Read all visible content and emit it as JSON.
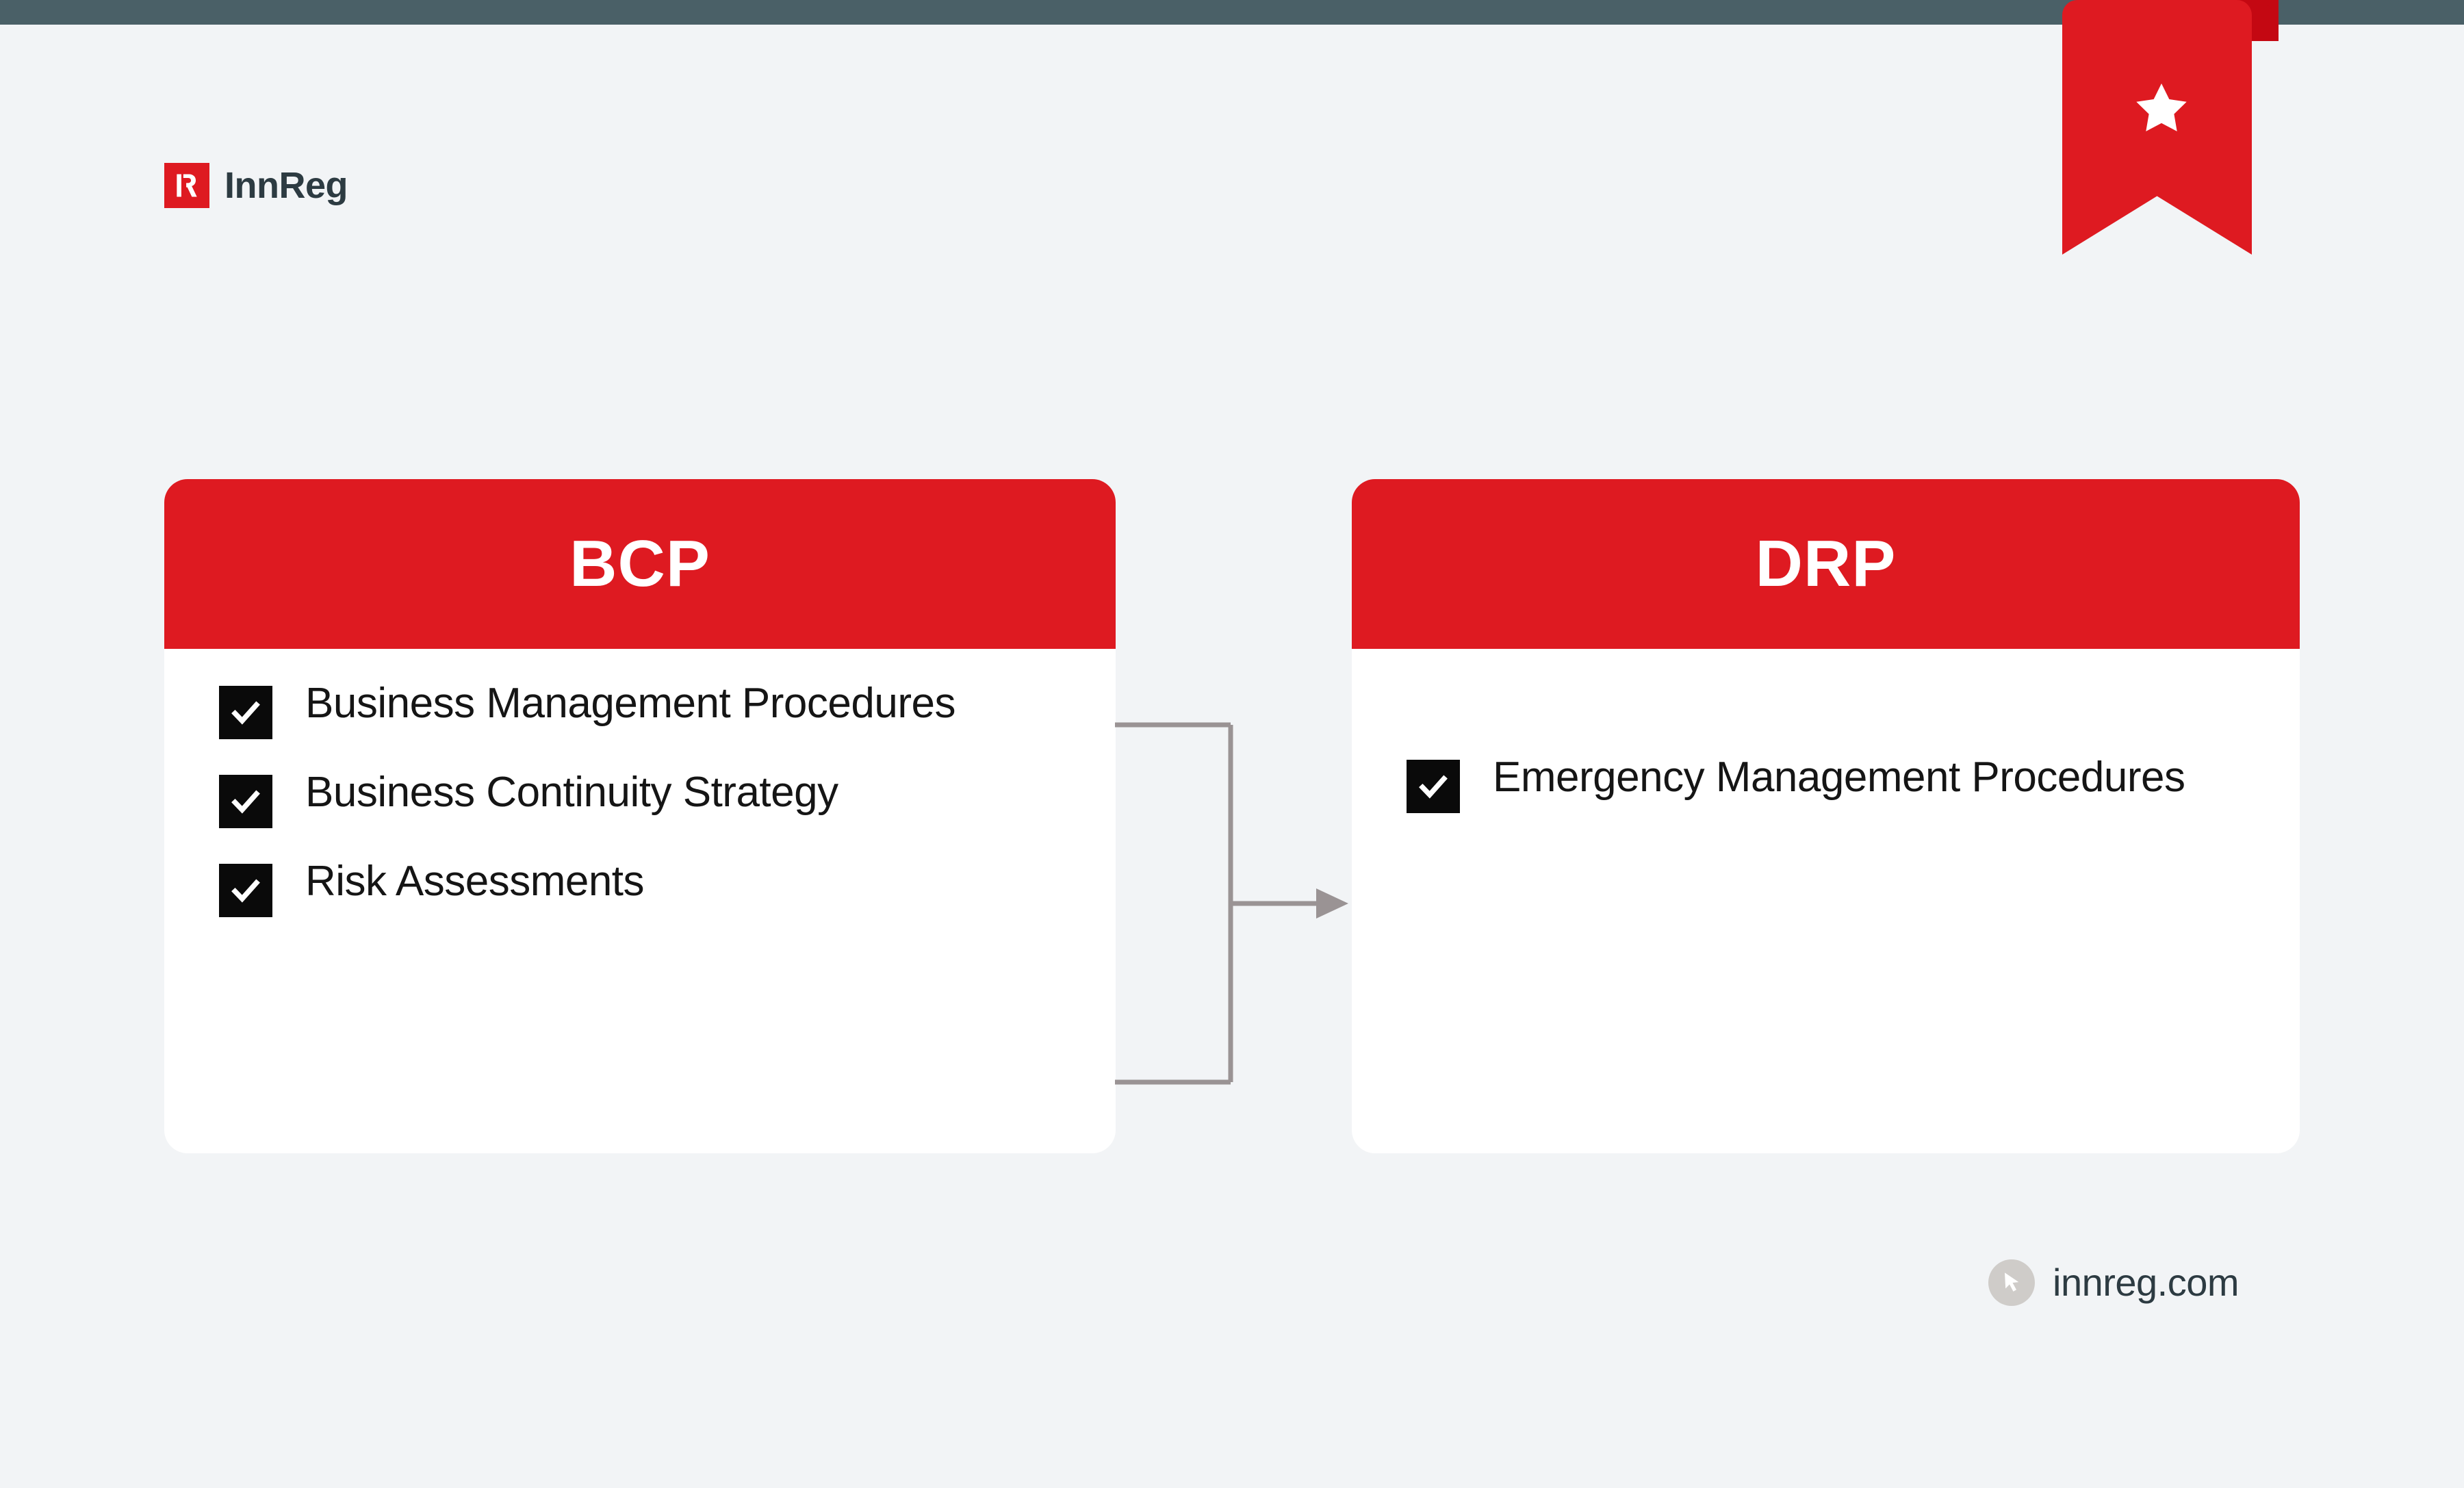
{
  "page": {
    "background_color": "#f2f4f6",
    "topbar_color": "#4a6067",
    "accent_color": "#de1a21",
    "checkbox_color": "#0a0a0a",
    "connector_color": "#9a9394"
  },
  "ribbon": {
    "icon": "bookmark-ribbon-icon",
    "star_icon": "star-icon",
    "color": "#de1a21",
    "fold_color": "#c40812"
  },
  "brand": {
    "mark_icon": "innreg-r-mark-icon",
    "name": "InnReg",
    "mark_color": "#de1a21",
    "text_color": "#2d3b42"
  },
  "cards": [
    {
      "id": "bcp",
      "title": "BCP",
      "items": [
        {
          "label": "Business Management Procedures",
          "icon": "checkmark-icon"
        },
        {
          "label": "Business Continuity Strategy",
          "icon": "checkmark-icon"
        },
        {
          "label": "Risk Assessments",
          "icon": "checkmark-icon"
        }
      ]
    },
    {
      "id": "drp",
      "title": "DRP",
      "items": [
        {
          "label": "Emergency Management Procedures",
          "icon": "checkmark-icon"
        }
      ]
    }
  ],
  "connector": {
    "icon": "arrow-right-icon",
    "direction": "bcp-to-drp",
    "color": "#9a9394"
  },
  "watermark": {
    "icon": "cursor-pointer-icon",
    "text": "innreg.com",
    "circle_color": "#cfccc9",
    "text_color": "#2d3b42"
  }
}
